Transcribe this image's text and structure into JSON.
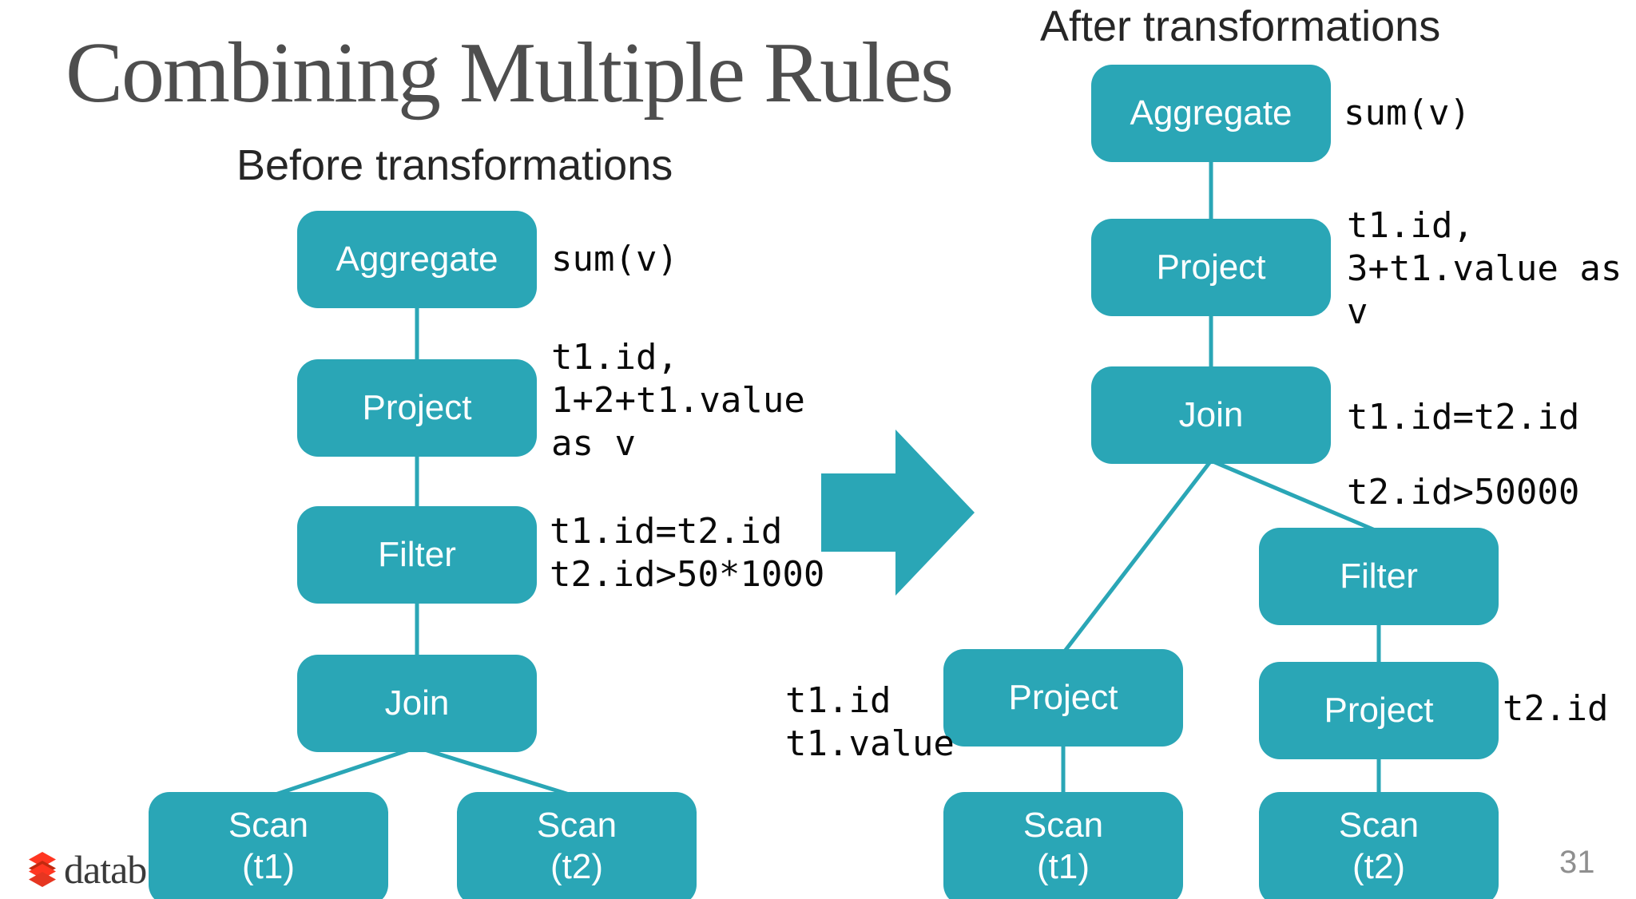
{
  "slide": {
    "title": "Combining Multiple Rules",
    "page_number": "31",
    "logo_text": "datab",
    "colors": {
      "box_teal": "#2aa6b6",
      "title_gray": "#4e4e4e",
      "annotation_black": "#0a0a0a",
      "logo_red": "#ff3621",
      "logo_red_dark": "#c2290f",
      "page_number_gray": "#8f8f8f"
    }
  },
  "before": {
    "heading": "Before transformations",
    "nodes": {
      "aggregate": "Aggregate",
      "project": "Project",
      "filter": "Filter",
      "join": "Join",
      "scan1": [
        "Scan",
        "(t1)"
      ],
      "scan2": [
        "Scan",
        "(t2)"
      ]
    },
    "annotations": {
      "aggregate": "sum(v)",
      "project": [
        "t1.id,",
        "1+2+t1.value",
        "as v"
      ],
      "filter": [
        "t1.id=t2.id",
        "t2.id>50*1000"
      ]
    }
  },
  "after": {
    "heading": "After transformations",
    "nodes": {
      "aggregate": "Aggregate",
      "project": "Project",
      "join": "Join",
      "project_left": "Project",
      "filter": "Filter",
      "project_right": "Project",
      "scan1": [
        "Scan",
        "(t1)"
      ],
      "scan2": [
        "Scan",
        "(t2)"
      ]
    },
    "annotations": {
      "aggregate": "sum(v)",
      "project": [
        "t1.id,",
        "3+t1.value as",
        "v"
      ],
      "join": "t1.id=t2.id",
      "pushed_filter": "t2.id>50000",
      "project_left": [
        "t1.id",
        "t1.value"
      ],
      "project_right": "t2.id"
    }
  }
}
